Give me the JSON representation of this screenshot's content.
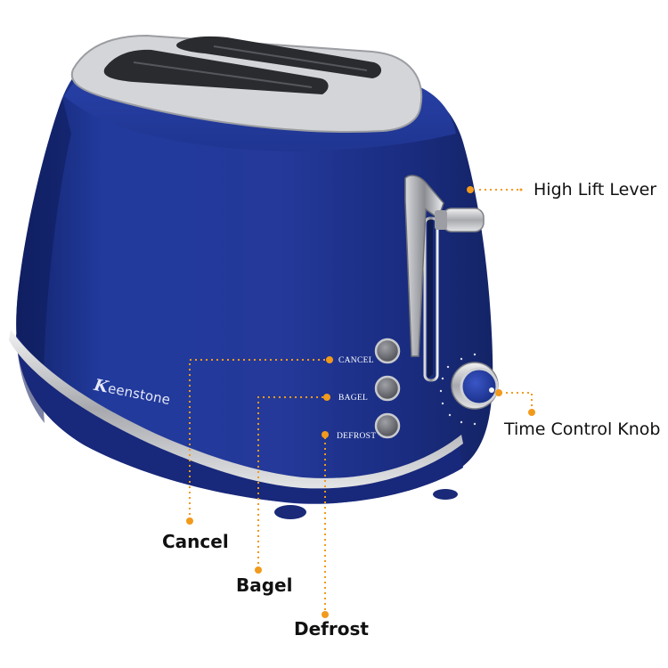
{
  "product": {
    "brand_initial": "K",
    "brand_rest": "eenstone",
    "body_color": "#1e3490",
    "trim_color": "#c8c9cc",
    "callout_color": "#f29a1c"
  },
  "buttons": {
    "cancel": "CANCEL",
    "bagel": "BAGEL",
    "defrost": "DEFROST"
  },
  "callouts": {
    "high_lift_lever": "High Lift Lever",
    "time_control_knob": "Time Control Knob",
    "cancel": "Cancel",
    "bagel": "Bagel",
    "defrost": "Defrost"
  }
}
